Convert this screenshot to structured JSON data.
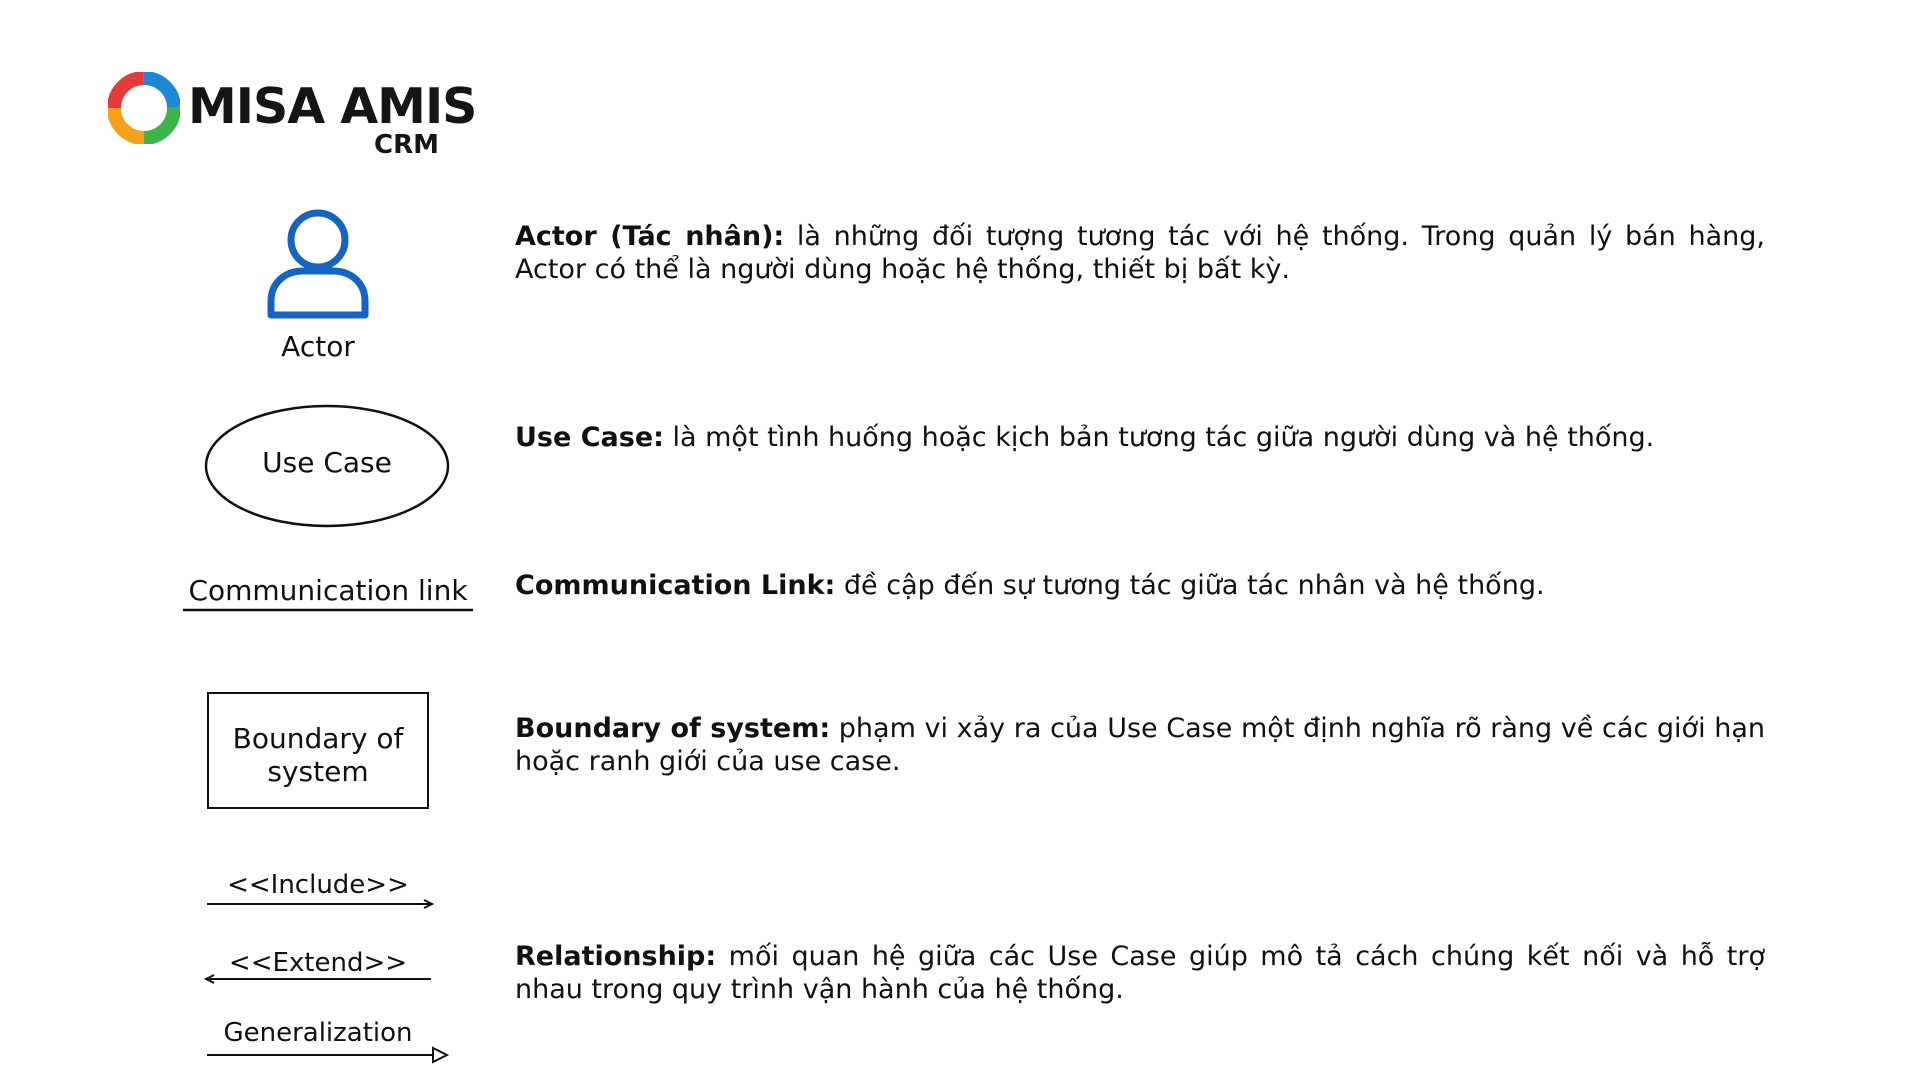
{
  "brand": {
    "name": "MISA AMIS",
    "sub": "CRM",
    "colors": {
      "green": "#3bb44a",
      "blue": "#1e88d6",
      "red": "#e63a3a",
      "orange": "#f5a11c"
    }
  },
  "symbols": {
    "actor": {
      "label": "Actor",
      "icon": "person-outline-icon",
      "color": "#1565c0"
    },
    "use_case": {
      "label": "Use Case"
    },
    "communication_link": {
      "label": "Communication link"
    },
    "boundary": {
      "line1": "Boundary of",
      "line2": "system"
    },
    "include": {
      "label": "<<Include>>"
    },
    "extend": {
      "label": "<<Extend>>"
    },
    "generalization": {
      "label": "Generalization"
    }
  },
  "definitions": {
    "actor": {
      "term": "Actor (Tác nhân):",
      "text": " là những đối tượng tương tác với hệ thống. Trong quản lý bán hàng, Actor có thể là người dùng hoặc hệ thống, thiết bị bất kỳ."
    },
    "use_case": {
      "term": "Use Case:",
      "text": " là một tình huống hoặc kịch bản tương tác giữa người dùng và hệ thống."
    },
    "communication_link": {
      "term": "Communication Link:",
      "text": " đề cập đến sự tương tác giữa tác nhân và hệ thống."
    },
    "boundary": {
      "term": "Boundary of system:",
      "text": " phạm vi xảy ra của Use Case một định nghĩa rõ ràng về các giới hạn hoặc ranh giới của use case."
    },
    "relationship": {
      "term": "Relationship:",
      "text": " mối quan hệ giữa các Use Case giúp mô tả cách chúng kết nối và hỗ trợ nhau trong quy trình vận hành của hệ thống."
    }
  }
}
